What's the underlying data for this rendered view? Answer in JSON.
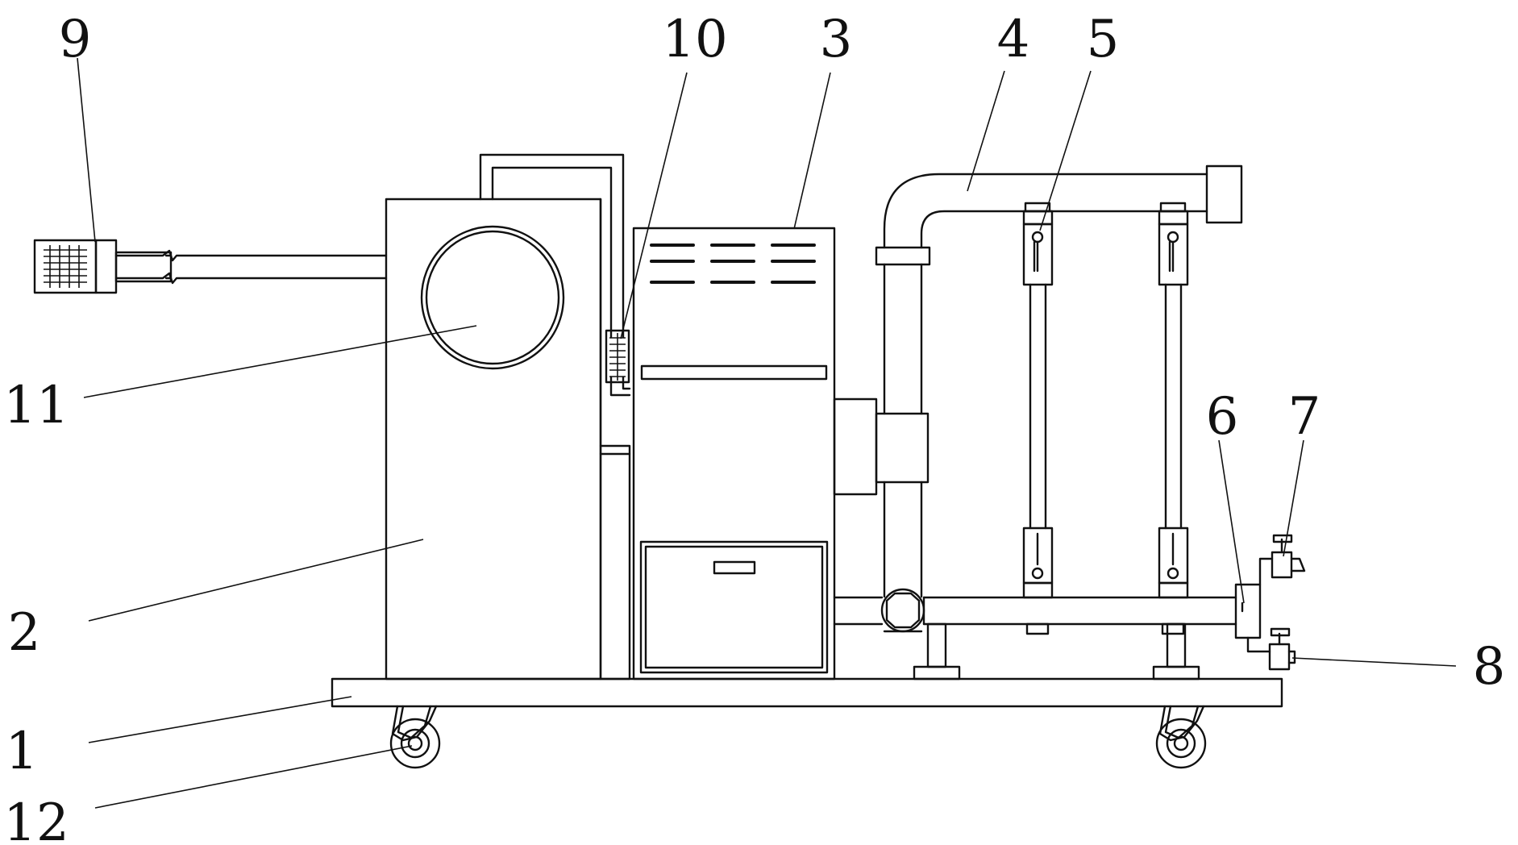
{
  "labels": {
    "n1": "1",
    "n2": "2",
    "n3": "3",
    "n4": "4",
    "n5": "5",
    "n6": "6",
    "n7": "7",
    "n8": "8",
    "n9": "9",
    "n10": "10",
    "n11": "11",
    "n12": "12"
  },
  "colors": {
    "line": "#111111",
    "background": "#ffffff"
  }
}
